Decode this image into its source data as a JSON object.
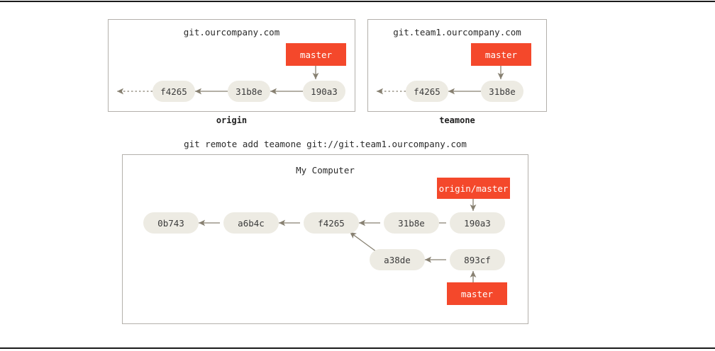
{
  "figure": {
    "command_caption": "git remote add teamone git://git.team1.ourcompany.com",
    "colors": {
      "ref_label_bg": "#f4482b",
      "ref_label_text": "#ffffff",
      "commit_bg": "#edebe3",
      "commit_text": "#3b3b3b",
      "panel_border": "#b3b0ab",
      "edge_stroke": "#878071",
      "frame_rule": "#1a1a1a"
    }
  },
  "panels": [
    {
      "id": "origin",
      "title": "git.ourcompany.com",
      "caption": "origin",
      "commits": [
        {
          "id": "f4265",
          "label": "f4265"
        },
        {
          "id": "31b8e",
          "label": "31b8e"
        },
        {
          "id": "190a3",
          "label": "190a3"
        }
      ],
      "refs": [
        {
          "id": "master",
          "label": "master",
          "points_to": "190a3",
          "direction": "down"
        }
      ],
      "has_truncation_arrow": true
    },
    {
      "id": "teamone",
      "title": "git.team1.ourcompany.com",
      "caption": "teamone",
      "commits": [
        {
          "id": "f4265",
          "label": "f4265"
        },
        {
          "id": "31b8e",
          "label": "31b8e"
        }
      ],
      "refs": [
        {
          "id": "master",
          "label": "master",
          "points_to": "31b8e",
          "direction": "down"
        }
      ],
      "has_truncation_arrow": true
    },
    {
      "id": "my-computer",
      "title": "My Computer",
      "caption": "",
      "commits": [
        {
          "id": "0b743",
          "label": "0b743"
        },
        {
          "id": "a6b4c",
          "label": "a6b4c"
        },
        {
          "id": "f4265",
          "label": "f4265"
        },
        {
          "id": "31b8e",
          "label": "31b8e"
        },
        {
          "id": "190a3",
          "label": "190a3"
        },
        {
          "id": "a38de",
          "label": "a38de"
        },
        {
          "id": "893cf",
          "label": "893cf"
        }
      ],
      "refs": [
        {
          "id": "origin-master",
          "label": "origin/master",
          "points_to": "190a3",
          "direction": "down"
        },
        {
          "id": "master",
          "label": "master",
          "points_to": "893cf",
          "direction": "up"
        }
      ],
      "has_truncation_arrow": false
    }
  ]
}
